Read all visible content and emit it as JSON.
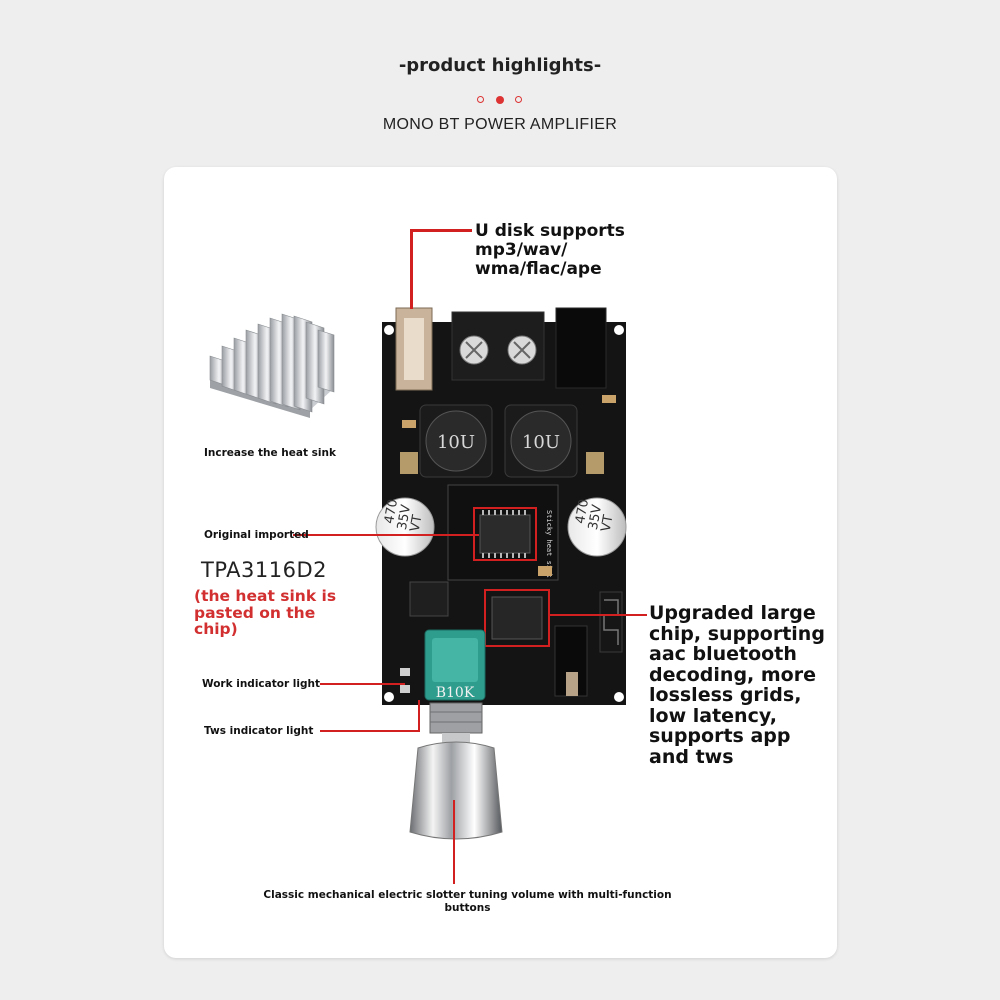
{
  "header": {
    "title": "-product highlights-",
    "subtitle": "MONO BT POWER AMPLIFIER"
  },
  "callouts": {
    "usb": [
      "U disk supports",
      "mp3/wav/",
      "wma/flac/ape"
    ],
    "heatsink": "Increase the heat sink",
    "original": "Original imported",
    "chip_name": "TPA3116D2",
    "chip_note": [
      "(the heat sink is",
      "pasted on the",
      "chip)"
    ],
    "work_light": "Work indicator light",
    "tws_light": "Tws indicator light",
    "bt_chip": [
      "Upgraded large",
      "chip, supporting",
      "aac bluetooth",
      "decoding, more",
      "lossless grids,",
      "low latency,",
      "supports app",
      "and tws"
    ],
    "knob": [
      "Classic mechanical electric slotter tuning volume with multi-function",
      "buttons"
    ]
  },
  "board": {
    "inductor_label": "10U",
    "cap_label": [
      "470",
      "35V",
      "VT"
    ],
    "sticker": "Sticky heat sink",
    "pot_label": "B10K"
  },
  "colors": {
    "accent": "#d21f1f",
    "board": "#111111",
    "card": "#ffffff",
    "page": "#eeeeee"
  }
}
